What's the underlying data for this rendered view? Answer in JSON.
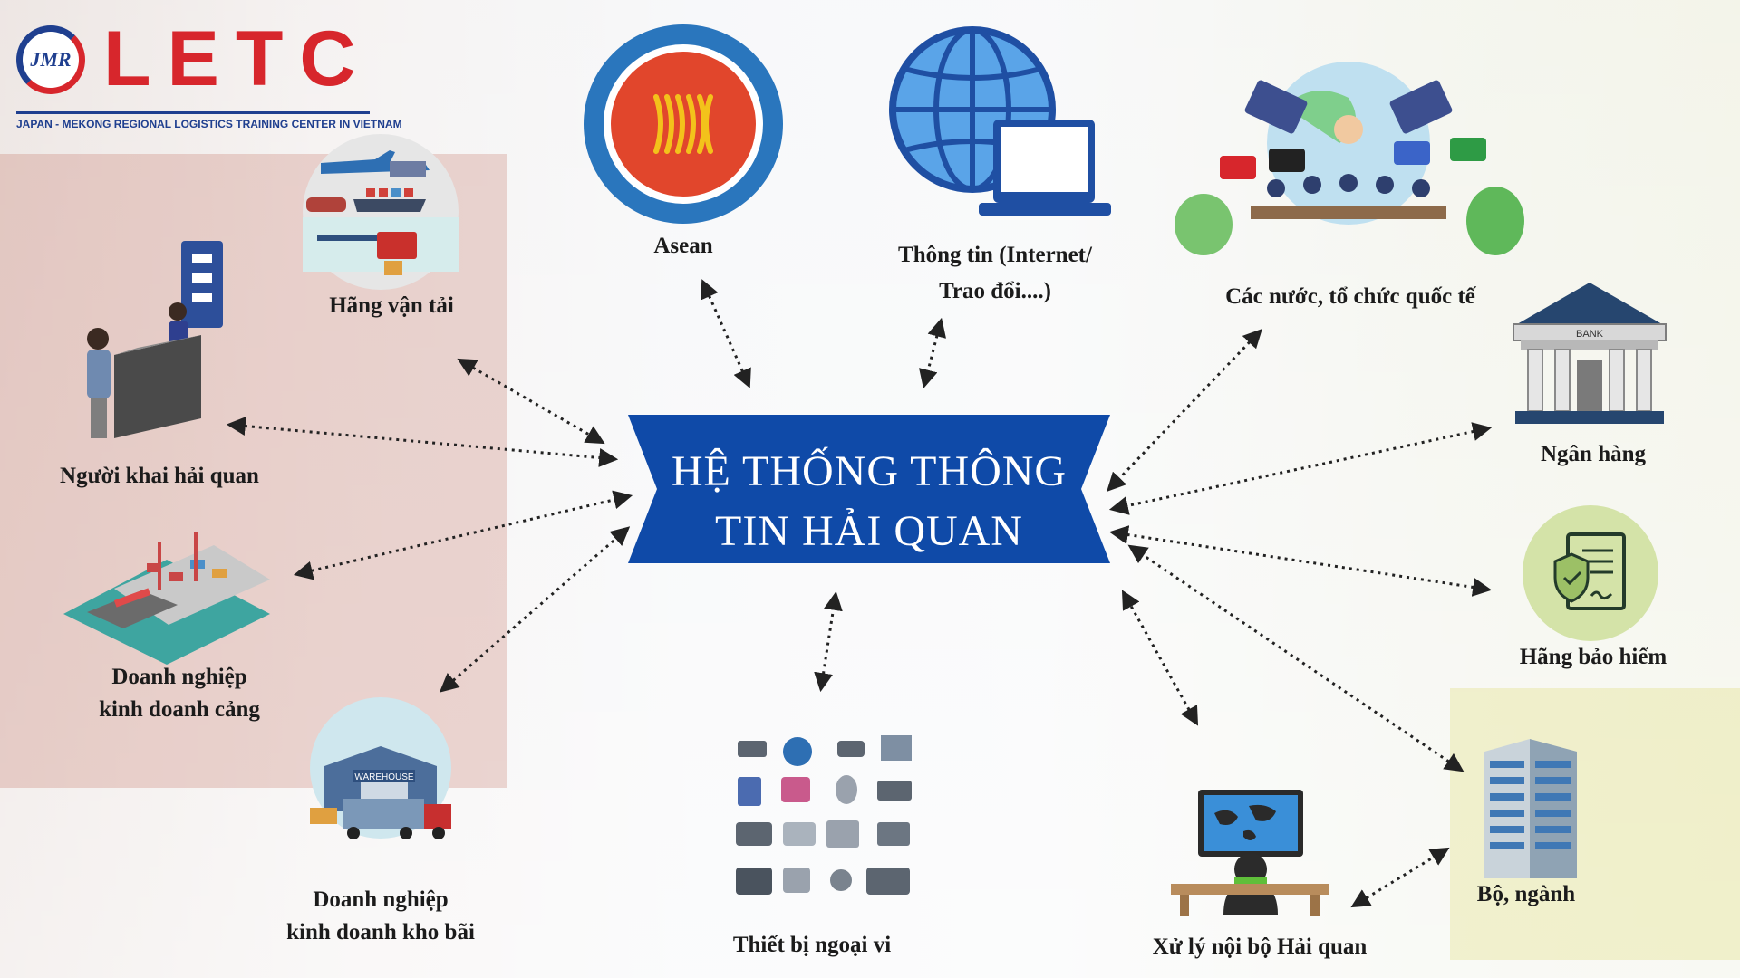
{
  "logo": {
    "badge": "JMR",
    "name": "LETC",
    "tagline": "JAPAN - MEKONG REGIONAL LOGISTICS TRAINING CENTER IN VIETNAM"
  },
  "center": {
    "line1": "HỆ THỐNG THÔNG",
    "line2": "TIN HẢI QUAN"
  },
  "nodes": {
    "asean": {
      "label": "Asean"
    },
    "internet": {
      "line1": "Thông tin (Internet/",
      "line2": "Trao đổi....)"
    },
    "international": {
      "label": "Các nước, tổ chức quốc tế"
    },
    "bank": {
      "label": "Ngân hàng",
      "sign": "BANK"
    },
    "insurance": {
      "label": "Hãng bảo hiểm"
    },
    "ministry": {
      "label": "Bộ, ngành"
    },
    "internal": {
      "label": "Xử lý nội bộ Hải quan"
    },
    "peripherals": {
      "label": "Thiết bị ngoại vi"
    },
    "warehouse": {
      "line1": "Doanh nghiệp",
      "line2": "kinh doanh kho bãi",
      "sign": "WAREHOUSE"
    },
    "port": {
      "line1": "Doanh nghiệp",
      "line2": "kinh doanh cảng"
    },
    "declarant": {
      "label": "Người khai hải quan"
    },
    "carrier": {
      "label": "Hãng vận tải"
    }
  },
  "colors": {
    "banner": "#0f4aa8",
    "arrow": "#222222",
    "brand_red": "#d7262c",
    "brand_blue": "#1f3f8f",
    "asean_blue": "#2a76bd",
    "asean_red": "#e1462c",
    "asean_gold": "#f3c21b"
  }
}
